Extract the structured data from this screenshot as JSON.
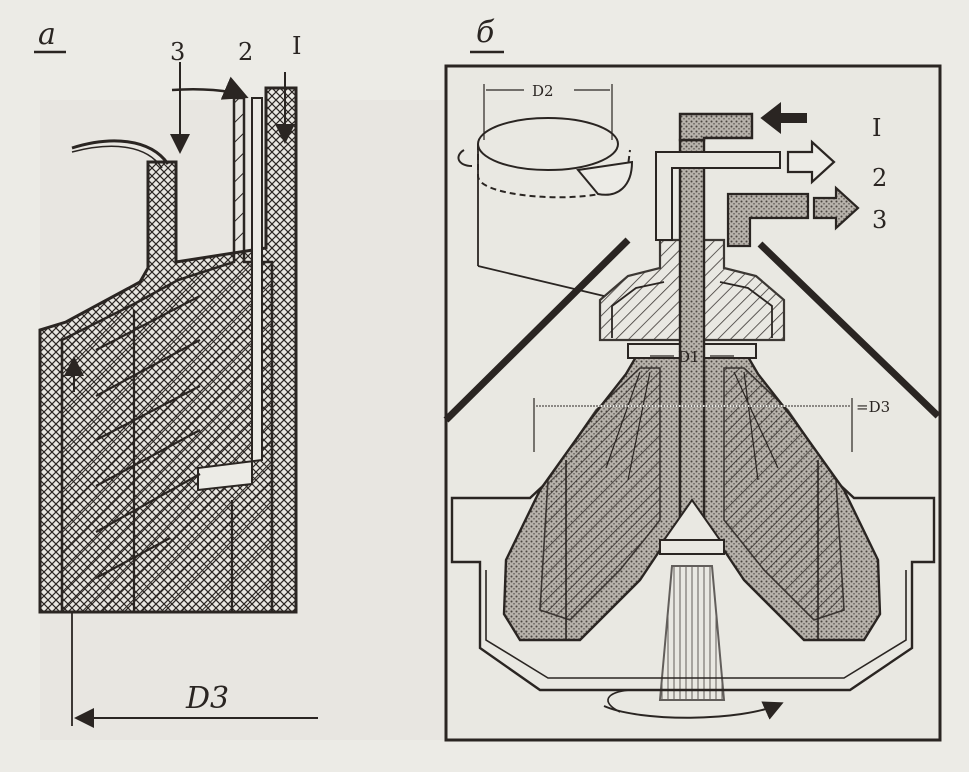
{
  "panel_a": {
    "letter": "a",
    "port_3": "3",
    "port_2": "2",
    "port_1": "I",
    "dimension": "D3"
  },
  "panel_b": {
    "letter": "б",
    "port_1": "I",
    "port_2": "2",
    "port_3": "3",
    "dim_d2": "D2",
    "dim_d1": "D1",
    "dim_d3": "=D3"
  },
  "colors": {
    "ink": "#2a2522",
    "paper": "#ecebe6",
    "shade": "#8f8a84"
  }
}
